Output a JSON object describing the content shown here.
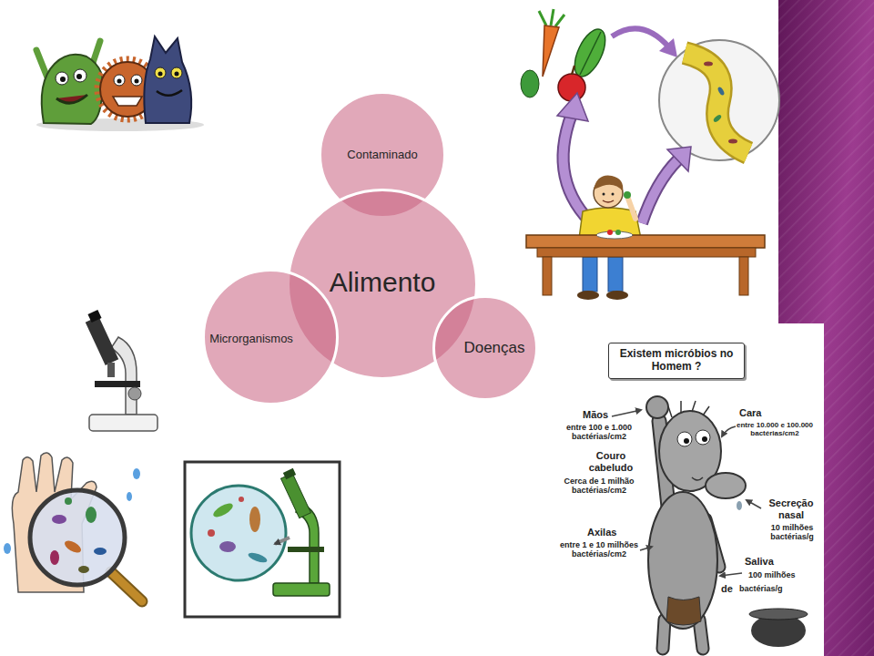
{
  "diagram": {
    "nodes": [
      {
        "text": [
          "Contaminado"
        ]
      },
      {
        "text": [
          "Alimento"
        ]
      },
      {
        "text": [
          "Microrganismos"
        ]
      },
      {
        "text": [
          "Doenças"
        ]
      },
      {
        "text": [
          "Existem micróbios no Homem ?"
        ]
      }
    ],
    "labels": [
      "Mãos",
      "entre 100 e 1.000 bactérias/cm2",
      "Cara",
      "entre 10.000 e 100.000 bactérias/cm2",
      "Couro cabeludo",
      "Cerca de 1 milhão bactérias/cm2",
      "Secreção nasal",
      "10 milhões bactérias/g",
      "Axilas",
      "entre 1 e 10 milhões bactérias/cm2",
      "Saliva",
      "100 milhões",
      "de",
      "bactérias/g"
    ]
  }
}
